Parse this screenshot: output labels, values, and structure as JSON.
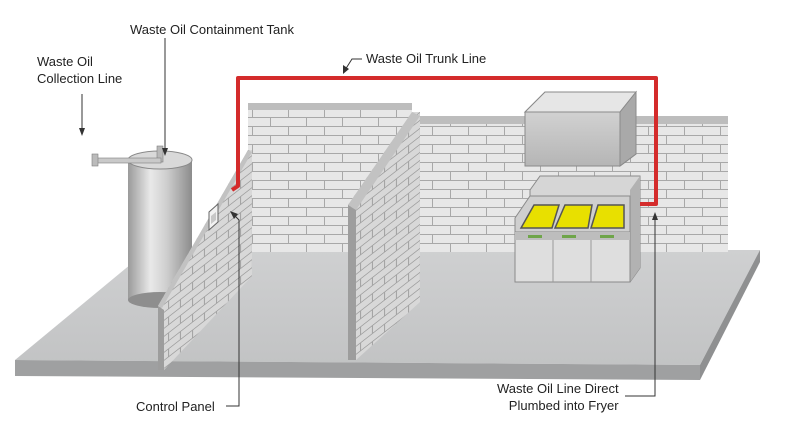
{
  "labels": {
    "tank": "Waste Oil Containment Tank",
    "collection_line_1": "Waste Oil",
    "collection_line_2": "Collection Line",
    "trunk_line": "Waste Oil Trunk Line",
    "control_panel": "Control Panel",
    "direct_line_1": "Waste Oil Line Direct",
    "direct_line_2": "Plumbed into Fryer"
  },
  "colors": {
    "oil_line": "#d42b2b",
    "floor": "#c9cacb",
    "wall_face": "#e6e6e6",
    "brick_line": "#a9a9a9",
    "fryer_oil": "#e8e000",
    "tank": "#c4c4c4"
  }
}
